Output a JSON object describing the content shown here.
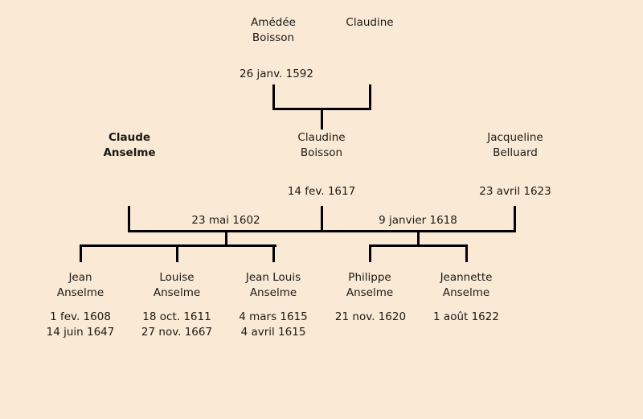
{
  "colors": {
    "background": "#FAE9D4",
    "text": "#1C1A17",
    "line": "#000000"
  },
  "tree": {
    "grandparents": {
      "father": {
        "line1": "Amédée",
        "line2": "Boisson"
      },
      "mother": {
        "line1": "Claudine"
      },
      "marriage_date": "26 janv. 1592"
    },
    "parents": {
      "claude": {
        "line1": "Claude",
        "line2": "Anselme"
      },
      "claudine_boisson": {
        "line1": "Claudine",
        "line2": "Boisson",
        "death_date": "14 fev. 1617"
      },
      "jacqueline_belluard": {
        "line1": "Jacqueline",
        "line2": "Belluard",
        "death_date": "23 avril 1623"
      }
    },
    "marriage_first": {
      "date": "23 mai 1602"
    },
    "marriage_second": {
      "date": "9 janvier 1618"
    },
    "children": [
      {
        "line1": "Jean",
        "line2": "Anselme",
        "date1": "1 fev. 1608",
        "date2": "14 juin 1647"
      },
      {
        "line1": "Louise",
        "line2": "Anselme",
        "date1": "18 oct. 1611",
        "date2": "27 nov. 1667"
      },
      {
        "line1": "Jean Louis",
        "line2": "Anselme",
        "date1": "4 mars 1615",
        "date2": "4 avril 1615"
      },
      {
        "line1": "Philippe",
        "line2": "Anselme",
        "date1": "21 nov. 1620",
        "date2": ""
      },
      {
        "line1": "Jeannette",
        "line2": "Anselme",
        "date1": "1 août 1622",
        "date2": ""
      }
    ]
  }
}
